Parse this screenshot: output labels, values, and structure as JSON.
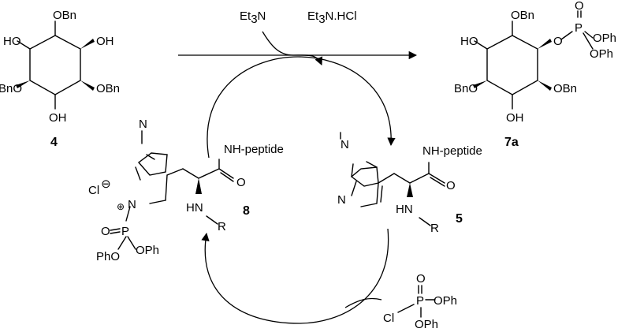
{
  "compounds": {
    "c4": {
      "label": "4",
      "substituents": {
        "top": "OBn",
        "upper_left": "HO",
        "upper_right": "OH",
        "lower_left": "BnO",
        "lower_right": "OBn",
        "bottom": "OH"
      }
    },
    "c7a": {
      "label": "7a",
      "substituents": {
        "top": "OBn",
        "upper_left": "HO",
        "lower_left": "BnO",
        "lower_right": "OBn",
        "bottom": "OH"
      },
      "phosphate": {
        "o_link": "O",
        "p": "P",
        "o_double": "O",
        "oph1": "OPh",
        "oph2": "OPh"
      }
    },
    "c5": {
      "label": "5",
      "methyl_N": "N",
      "ring_N": "N",
      "amide": "NH-peptide",
      "carbonyl_O": "O",
      "amine": "HN",
      "r_group": "R"
    },
    "c8": {
      "label": "8",
      "methyl_N": "N",
      "ring_N": "N",
      "amide": "NH-peptide",
      "carbonyl_O": "O",
      "amine": "HN",
      "r_group": "R",
      "counterion": "Cl",
      "counter_charge": "⊖",
      "n_charge": "⊕",
      "p": "P",
      "o_double": "O",
      "oph1": "PhO",
      "oph2": "OPh"
    },
    "reagent": {
      "cl": "Cl",
      "p": "P",
      "o_double": "O",
      "oph1": "OPh",
      "oph2": "OPh"
    }
  },
  "reaction": {
    "base": "Et3N",
    "base_main": "Et",
    "base_sub": "3",
    "base_end": "N",
    "salt": "Et3N.HCl",
    "salt_main": "Et",
    "salt_sub": "3",
    "salt_end": "N.HCl"
  }
}
